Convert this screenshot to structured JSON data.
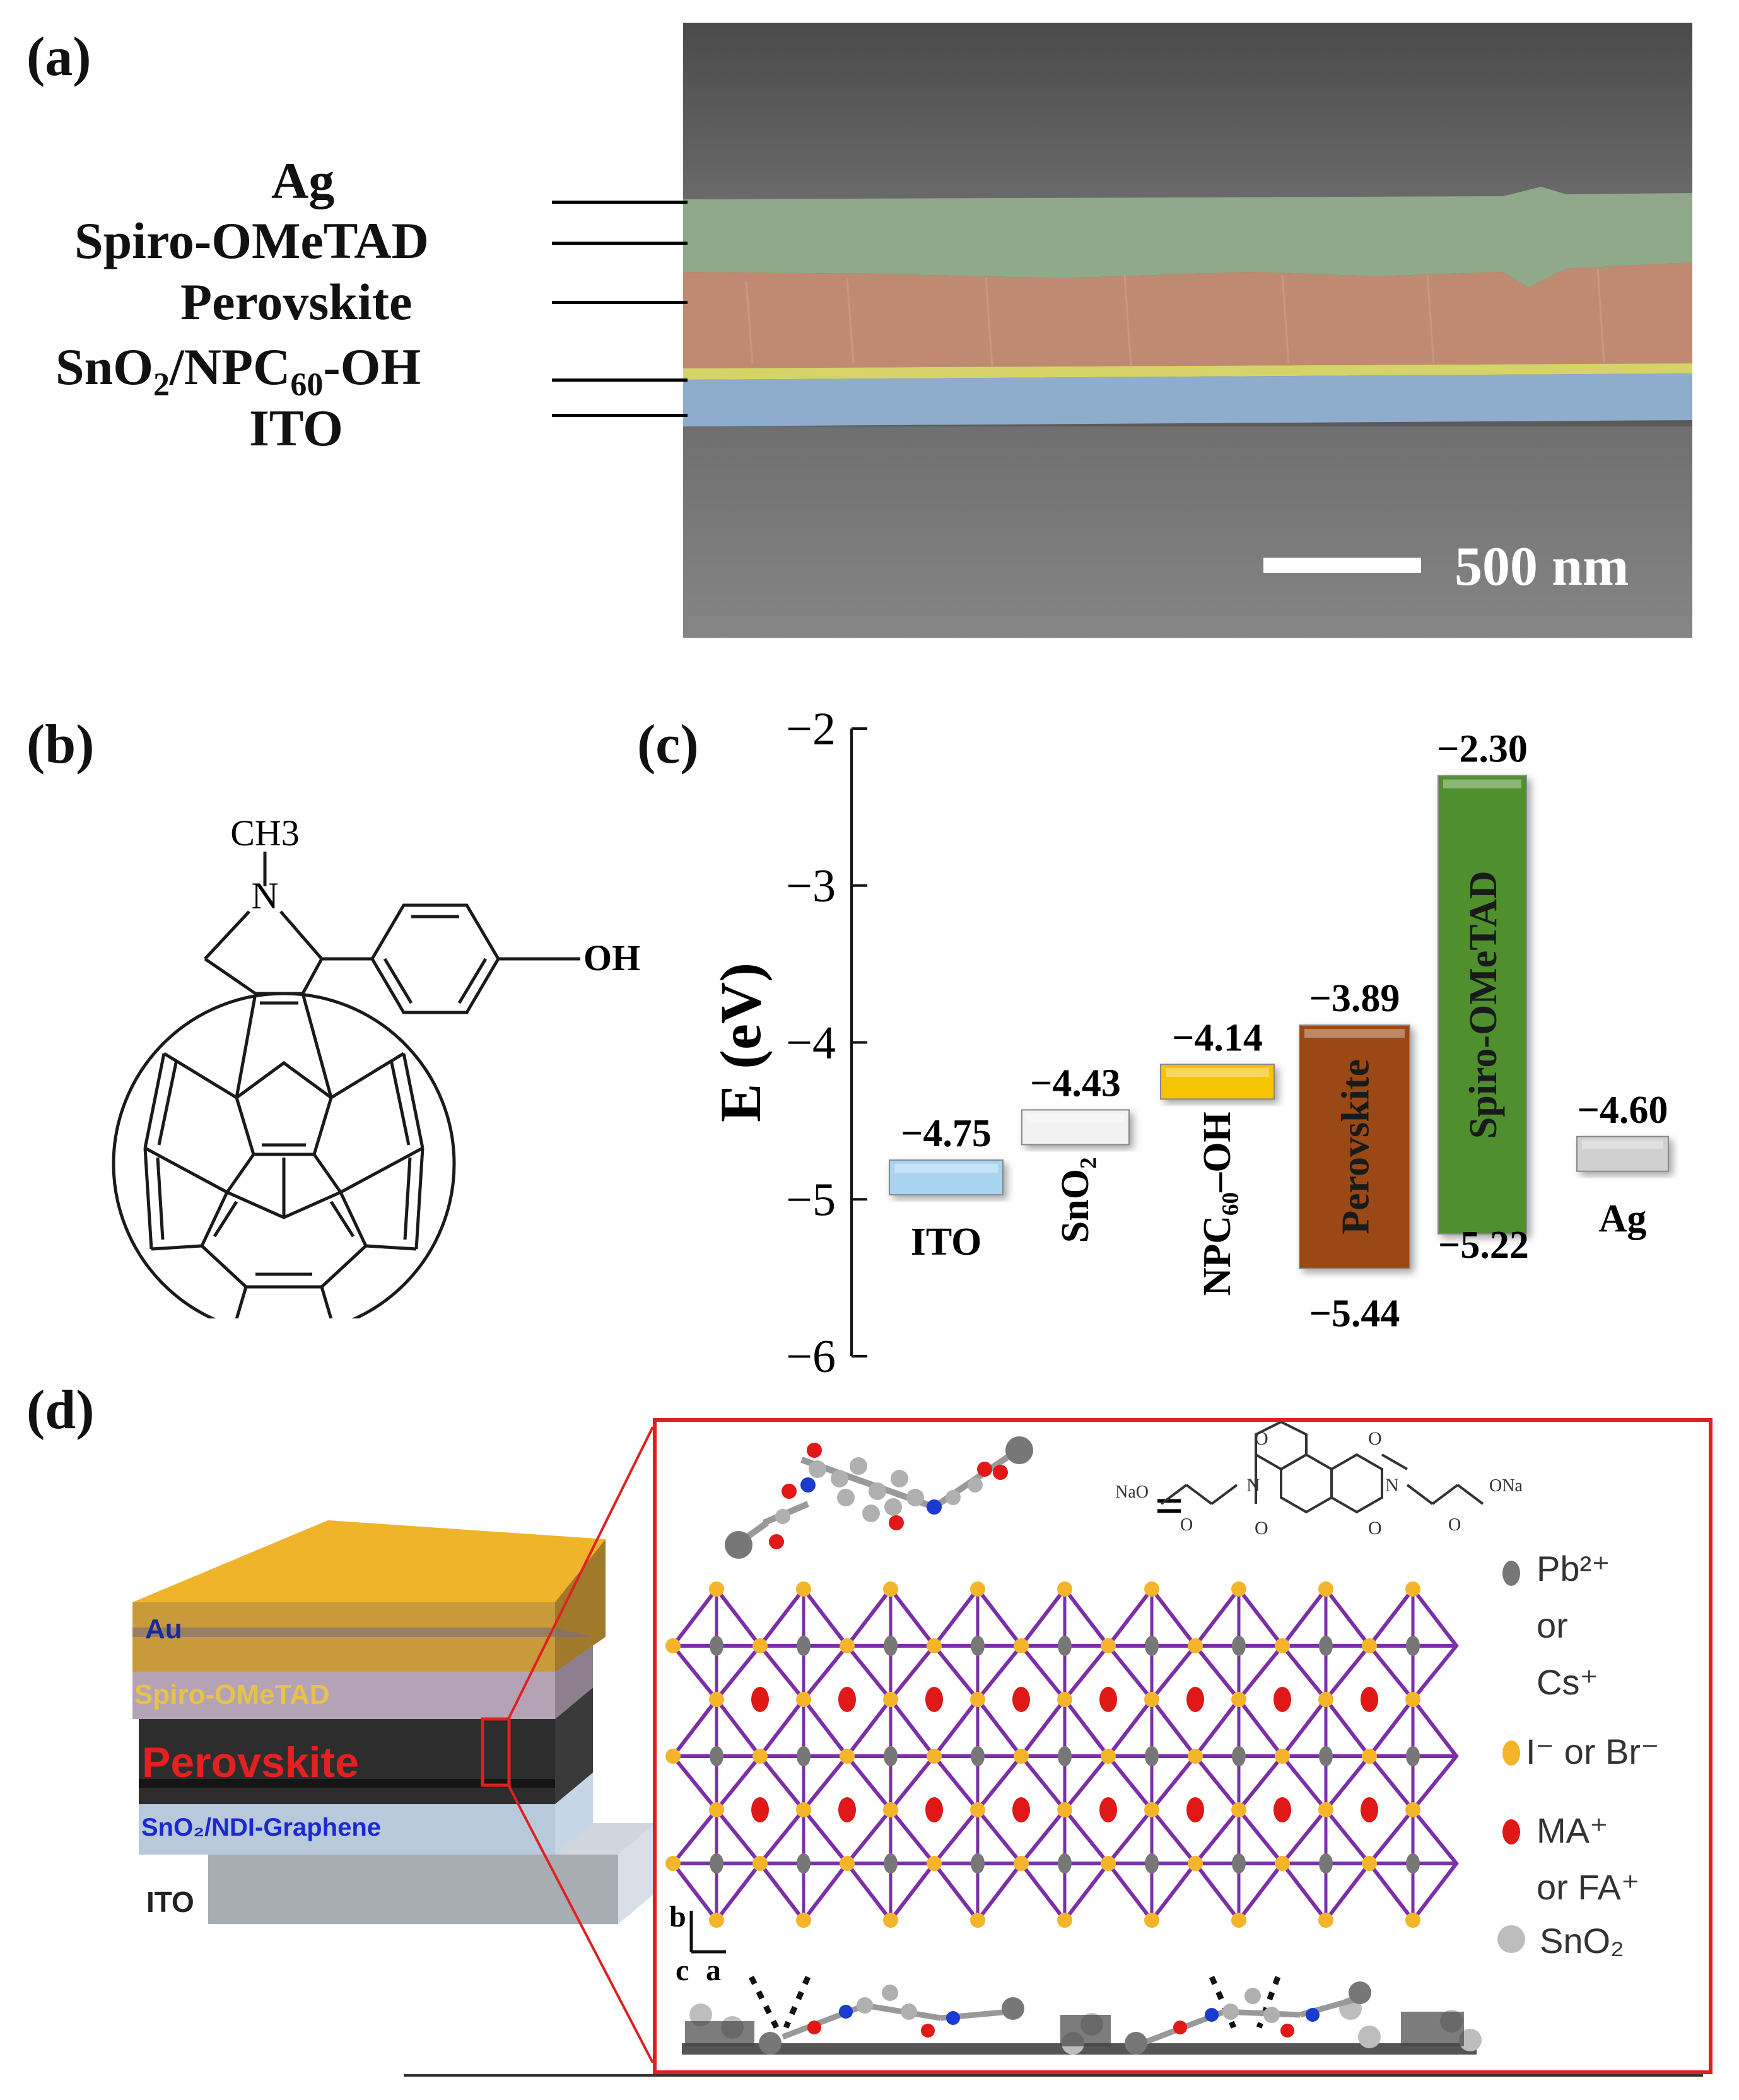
{
  "panel_a": {
    "label": "(a)",
    "layers": [
      {
        "name": "Ag",
        "color": "#777777"
      },
      {
        "name": "Spiro-OMeTAD",
        "color": "#8fb08a"
      },
      {
        "name": "Perovskite",
        "color": "#c99078"
      },
      {
        "name_main": "SnO",
        "name_sub": "2",
        "name_mid": "/NPC",
        "name_sub2": "60",
        "name_tail": "-OH",
        "color": "#d8d870"
      },
      {
        "name": "ITO",
        "color": "#8fb0d0"
      }
    ],
    "scale_bar": "500 nm"
  },
  "panel_b": {
    "label": "(b)",
    "methyl": "CH3",
    "nitrogen": "N",
    "hydroxyl": "OH"
  },
  "panel_c": {
    "label": "(c)",
    "chart_data": {
      "type": "bar",
      "ylabel": "E (eV)",
      "ylim": [
        -6,
        -2
      ],
      "yticks": [
        "−2",
        "−3",
        "−4",
        "−5",
        "−6"
      ],
      "materials": [
        {
          "name": "ITO",
          "levels": [
            -4.75
          ],
          "labels": [
            "−4.75"
          ],
          "color": "#a8d4f0"
        },
        {
          "name": "SnO₂",
          "levels": [
            -4.43
          ],
          "labels": [
            "−4.43"
          ],
          "color": "#f2f2f2"
        },
        {
          "name": "NPC₆₀–OH",
          "levels": [
            -4.14
          ],
          "labels": [
            "−4.14"
          ],
          "color": "#f6c400"
        },
        {
          "name": "Perovskite",
          "levels": [
            -3.89,
            -5.44
          ],
          "labels": [
            "−3.89",
            "−5.44"
          ],
          "color": "#9a4a12"
        },
        {
          "name": "Spiro-OMeTAD",
          "levels": [
            -2.3,
            -5.22
          ],
          "labels": [
            "−2.30",
            "−5.22"
          ],
          "color": "#4f8f2e"
        },
        {
          "name": "Ag",
          "levels": [
            -4.6
          ],
          "labels": [
            "−4.60"
          ],
          "color": "#d0d0d0"
        }
      ]
    }
  },
  "panel_d": {
    "label": "(d)",
    "stack_layers": [
      "Au",
      "Spiro-OMeTAD",
      "Perovskite",
      "SnO₂/NDI-Graphene",
      "ITO"
    ],
    "equals": "=",
    "naO_left": "NaO",
    "oNa_right": "ONa",
    "oxygen": "O",
    "n_atom": "N",
    "axes": {
      "b": "b",
      "c": "c",
      "a": "a"
    },
    "legend": [
      {
        "line1": "Pb²⁺",
        "line2": "or",
        "line3": "Cs⁺"
      },
      {
        "line1": "I⁻ or Br⁻"
      },
      {
        "line1": "MA⁺",
        "line2": "or FA⁺"
      },
      {
        "line1": "SnO₂"
      }
    ]
  }
}
